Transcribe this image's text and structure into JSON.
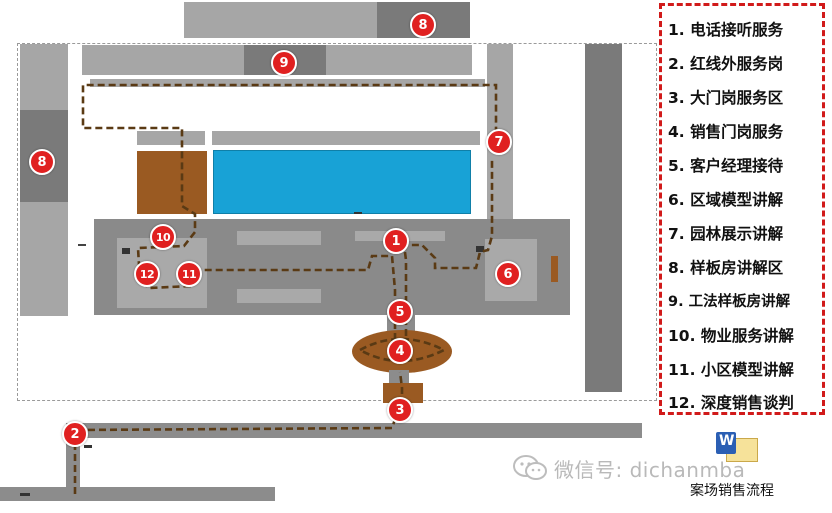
{
  "colors": {
    "road": "#8c8c8c",
    "building": "#7a7a7a",
    "brown": "#9a5a22",
    "water": "#18a2d6",
    "badge": "#e02020",
    "route": "#5a3a14",
    "legend_border": "#d11a1a"
  },
  "badges": [
    {
      "id": "1",
      "label": "1"
    },
    {
      "id": "2",
      "label": "2"
    },
    {
      "id": "3",
      "label": "3"
    },
    {
      "id": "4",
      "label": "4"
    },
    {
      "id": "5",
      "label": "5"
    },
    {
      "id": "6",
      "label": "6"
    },
    {
      "id": "7",
      "label": "7"
    },
    {
      "id": "8a",
      "label": "8"
    },
    {
      "id": "8b",
      "label": "8"
    },
    {
      "id": "9",
      "label": "9"
    },
    {
      "id": "10",
      "label": "10"
    },
    {
      "id": "11",
      "label": "11"
    },
    {
      "id": "12",
      "label": "12"
    }
  ],
  "legend": {
    "items": [
      "1. 电话接听服务",
      "2. 红线外服务岗",
      "3. 大门岗服务区",
      "4. 销售门岗服务",
      "5. 客户经理接待",
      "6. 区域模型讲解",
      "7. 园林展示讲解",
      "8. 样板房讲解区",
      "9. 工法样板房讲解",
      "10. 物业服务讲解",
      "11. 小区模型讲解",
      "12. 深度销售谈判"
    ]
  },
  "watermark": {
    "text": "微信号: dichanmba",
    "icon": "wechat-icon"
  },
  "document": {
    "icon": "word-document-icon",
    "icon_letter": "W",
    "label": "案场销售流程"
  }
}
